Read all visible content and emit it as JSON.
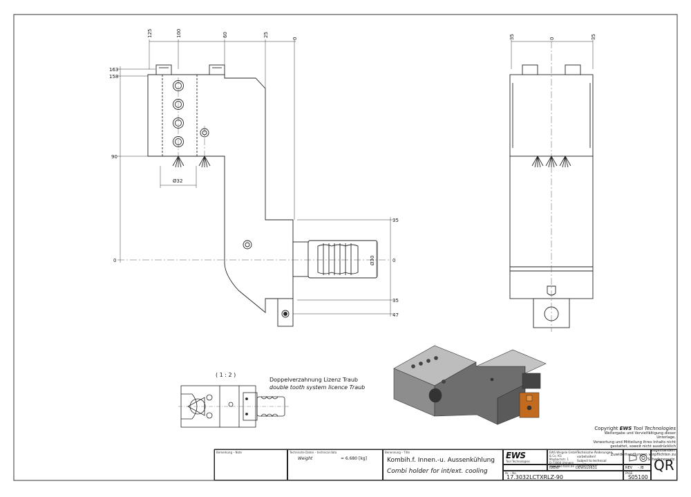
{
  "drawing": {
    "front_view_dims": {
      "top": [
        "125",
        "100",
        "60",
        "25",
        "0"
      ],
      "left": [
        "163",
        "158",
        "90",
        "0"
      ],
      "right": [
        "35",
        "0",
        "35",
        "47"
      ],
      "diameter_holder": "Ø32",
      "diameter_shaft": "Ø30"
    },
    "side_view_dims": {
      "top": [
        "35",
        "0",
        "35"
      ]
    },
    "scale_label": "( 1 : 2 )",
    "licence_de": "Doppelverzahnung Lizenz Traub",
    "licence_en": "double tooth system licence Traub"
  },
  "copyright": {
    "title_prefix": "Copyright",
    "brand": "EWS",
    "title_suffix": "Tool Technologies",
    "lines": [
      "Weitergabe und Vervielfältigung dieser Unterlage,",
      "Verwertung und Mitteilung ihres Inhalts nicht",
      "gestattet, soweit nicht ausdrücklich zugestanden.",
      "Zuwiderhandlungen verpflichten zu Schadenersatz."
    ]
  },
  "title_block": {
    "remark_label": "Bemerkung – Note",
    "techdata_label": "Technische Daten – technical data",
    "weight_label": "Weight",
    "weight_value": "= 6.680 [kg]",
    "designation_label": "Benennung – Title",
    "title_de": "Kombih.f. Innen.-u. Aussenkühlung",
    "title_en": "Combi holder for int/ext. cooling",
    "logo_text": "EWS",
    "logo_sub": "Tool Technologies",
    "company_lines": [
      "EWS Weigele GmbH & Co. KG",
      "Maybachstr. 1",
      "D-73066 Uhingen",
      "www.ews-tools.de"
    ],
    "notice_de": "Technische Änderungen vorbehalten!",
    "notice_en": "Subject to technical modifications!",
    "ident_label": "IDENT",
    "ident_value": "DEWS10631",
    "rev_label": "REV",
    "rev_value": "- /B",
    "nr_label": "Nr. – No.",
    "part_number": "17.3032LCTXRLZ-90",
    "page_label": "PAGE",
    "sheet_number": "S05100",
    "qr_text": "QR"
  }
}
